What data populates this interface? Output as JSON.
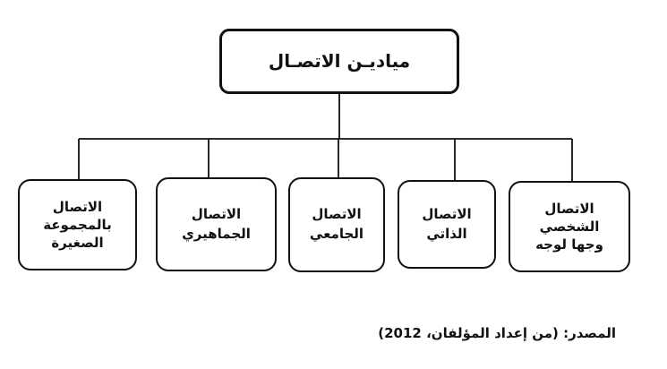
{
  "colors": {
    "ink": "#111111",
    "paper": "#ffffff"
  },
  "diagram": {
    "root": {
      "label": "مياديـن الاتصـال"
    },
    "children": [
      {
        "lines": [
          "الاتصال",
          "بالمجموعة",
          "الصغيرة"
        ]
      },
      {
        "lines": [
          "الاتصال",
          "الجماهيري"
        ]
      },
      {
        "lines": [
          "الاتصال",
          "الجامعي"
        ]
      },
      {
        "lines": [
          "الاتصال",
          "الذاتي"
        ]
      },
      {
        "lines": [
          "الاتصال",
          "الشخصي",
          "وجها لوجه"
        ]
      }
    ]
  },
  "source_note": "المصدر: (من إعداد المؤلفان، 2012)"
}
